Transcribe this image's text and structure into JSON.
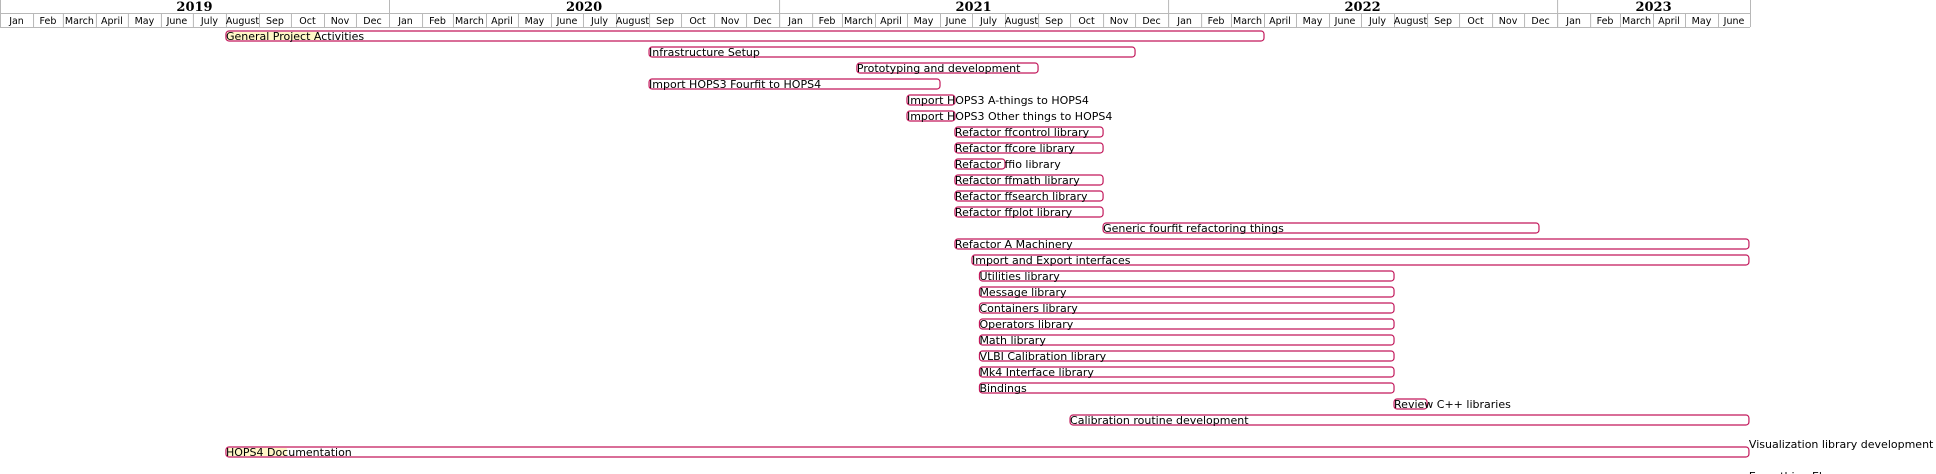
{
  "colors": {
    "bar_stroke": "#c2185b",
    "bar_fill": "#ffffff",
    "progress_fill": "#fff8c8",
    "grid": "#b8b8b8",
    "text": "#000000"
  },
  "chart_data": {
    "type": "gantt",
    "years": [
      "2019",
      "2020",
      "2021",
      "2022",
      "2023"
    ],
    "months": [
      "Jan",
      "Feb",
      "March",
      "April",
      "May",
      "June",
      "July",
      "August",
      "Sep",
      "Oct",
      "Nov",
      "Dec",
      "Jan",
      "Feb",
      "March",
      "April",
      "May",
      "June",
      "July",
      "August",
      "Sep",
      "Oct",
      "Nov",
      "Dec",
      "Jan",
      "Feb",
      "March",
      "April",
      "May",
      "June",
      "July",
      "August",
      "Sep",
      "Oct",
      "Nov",
      "Dec",
      "Jan",
      "Feb",
      "March",
      "April",
      "May",
      "June",
      "July",
      "August",
      "Sep",
      "Oct",
      "Nov",
      "Dec",
      "Jan",
      "Feb",
      "March",
      "April",
      "May",
      "June"
    ],
    "xlim": [
      "2019-01-01",
      "2023-07-01"
    ],
    "tasks": [
      {
        "label": "General Project Activities",
        "start": "2019-08-01",
        "end": "2022-04-01",
        "progress": 0.09
      },
      {
        "label": "Infrastructure Setup",
        "start": "2020-09-01",
        "end": "2021-12-01",
        "progress": 0.0
      },
      {
        "label": "Prototyping and development",
        "start": "2021-03-15",
        "end": "2021-09-01",
        "progress": 0.0
      },
      {
        "label": "Import HOPS3 Fourfit to HOPS4",
        "start": "2020-09-01",
        "end": "2021-06-01",
        "progress": 0.0
      },
      {
        "label": "Import HOPS3 A-things to HOPS4",
        "start": "2021-05-01",
        "end": "2021-06-15",
        "progress": 0.0
      },
      {
        "label": "Import HOPS3 Other things to HOPS4",
        "start": "2021-05-01",
        "end": "2021-06-15",
        "progress": 0.0
      },
      {
        "label": "Refactor ffcontrol library",
        "start": "2021-06-15",
        "end": "2021-11-01",
        "progress": 0.0
      },
      {
        "label": "Refactor ffcore library",
        "start": "2021-06-15",
        "end": "2021-11-01",
        "progress": 0.0
      },
      {
        "label": "Refactor ffio library",
        "start": "2021-06-15",
        "end": "2021-08-01",
        "progress": 0.0
      },
      {
        "label": "Refactor ffmath library",
        "start": "2021-06-15",
        "end": "2021-11-01",
        "progress": 0.0
      },
      {
        "label": "Refactor ffsearch library",
        "start": "2021-06-15",
        "end": "2021-11-01",
        "progress": 0.0
      },
      {
        "label": "Refactor ffplot library",
        "start": "2021-06-15",
        "end": "2021-11-01",
        "progress": 0.0
      },
      {
        "label": "Generic fourfit refactoring things",
        "start": "2021-11-01",
        "end": "2022-12-15",
        "progress": 0.0
      },
      {
        "label": "Refactor A Machinery",
        "start": "2021-06-15",
        "end": "2023-06-30",
        "progress": 0.0
      },
      {
        "label": "Import and Export interfaces",
        "start": "2021-07-01",
        "end": "2023-06-30",
        "progress": 0.0
      },
      {
        "label": "Utilities library",
        "start": "2021-07-08",
        "end": "2022-08-01",
        "progress": 0.0
      },
      {
        "label": "Message library",
        "start": "2021-07-08",
        "end": "2022-08-01",
        "progress": 0.0
      },
      {
        "label": "Containers library",
        "start": "2021-07-08",
        "end": "2022-08-01",
        "progress": 0.0
      },
      {
        "label": "Operators library",
        "start": "2021-07-08",
        "end": "2022-08-01",
        "progress": 0.0
      },
      {
        "label": "Math library",
        "start": "2021-07-08",
        "end": "2022-08-01",
        "progress": 0.0
      },
      {
        "label": "VLBI Calibration library",
        "start": "2021-07-08",
        "end": "2022-08-01",
        "progress": 0.0
      },
      {
        "label": "Mk4 Interface library",
        "start": "2021-07-08",
        "end": "2022-08-01",
        "progress": 0.0
      },
      {
        "label": "Bindings",
        "start": "2021-07-08",
        "end": "2022-08-01",
        "progress": 0.0
      },
      {
        "label": "Review C++ libraries",
        "start": "2022-08-01",
        "end": "2022-09-01",
        "progress": 0.0
      },
      {
        "label": "Calibration routine development",
        "start": "2021-10-01",
        "end": "2023-06-30",
        "progress": 0.0
      },
      {
        "label": "Visualization library development",
        "start": "2023-06-30",
        "end": "2023-06-30",
        "progress": 0.0
      },
      {
        "label": "HOPS4 Documentation",
        "start": "2019-08-01",
        "end": "2023-06-30",
        "progress": 0.04
      },
      {
        "label": "Everything Else",
        "start": "2023-06-30",
        "end": "2023-06-30",
        "progress": 0.0
      }
    ]
  }
}
